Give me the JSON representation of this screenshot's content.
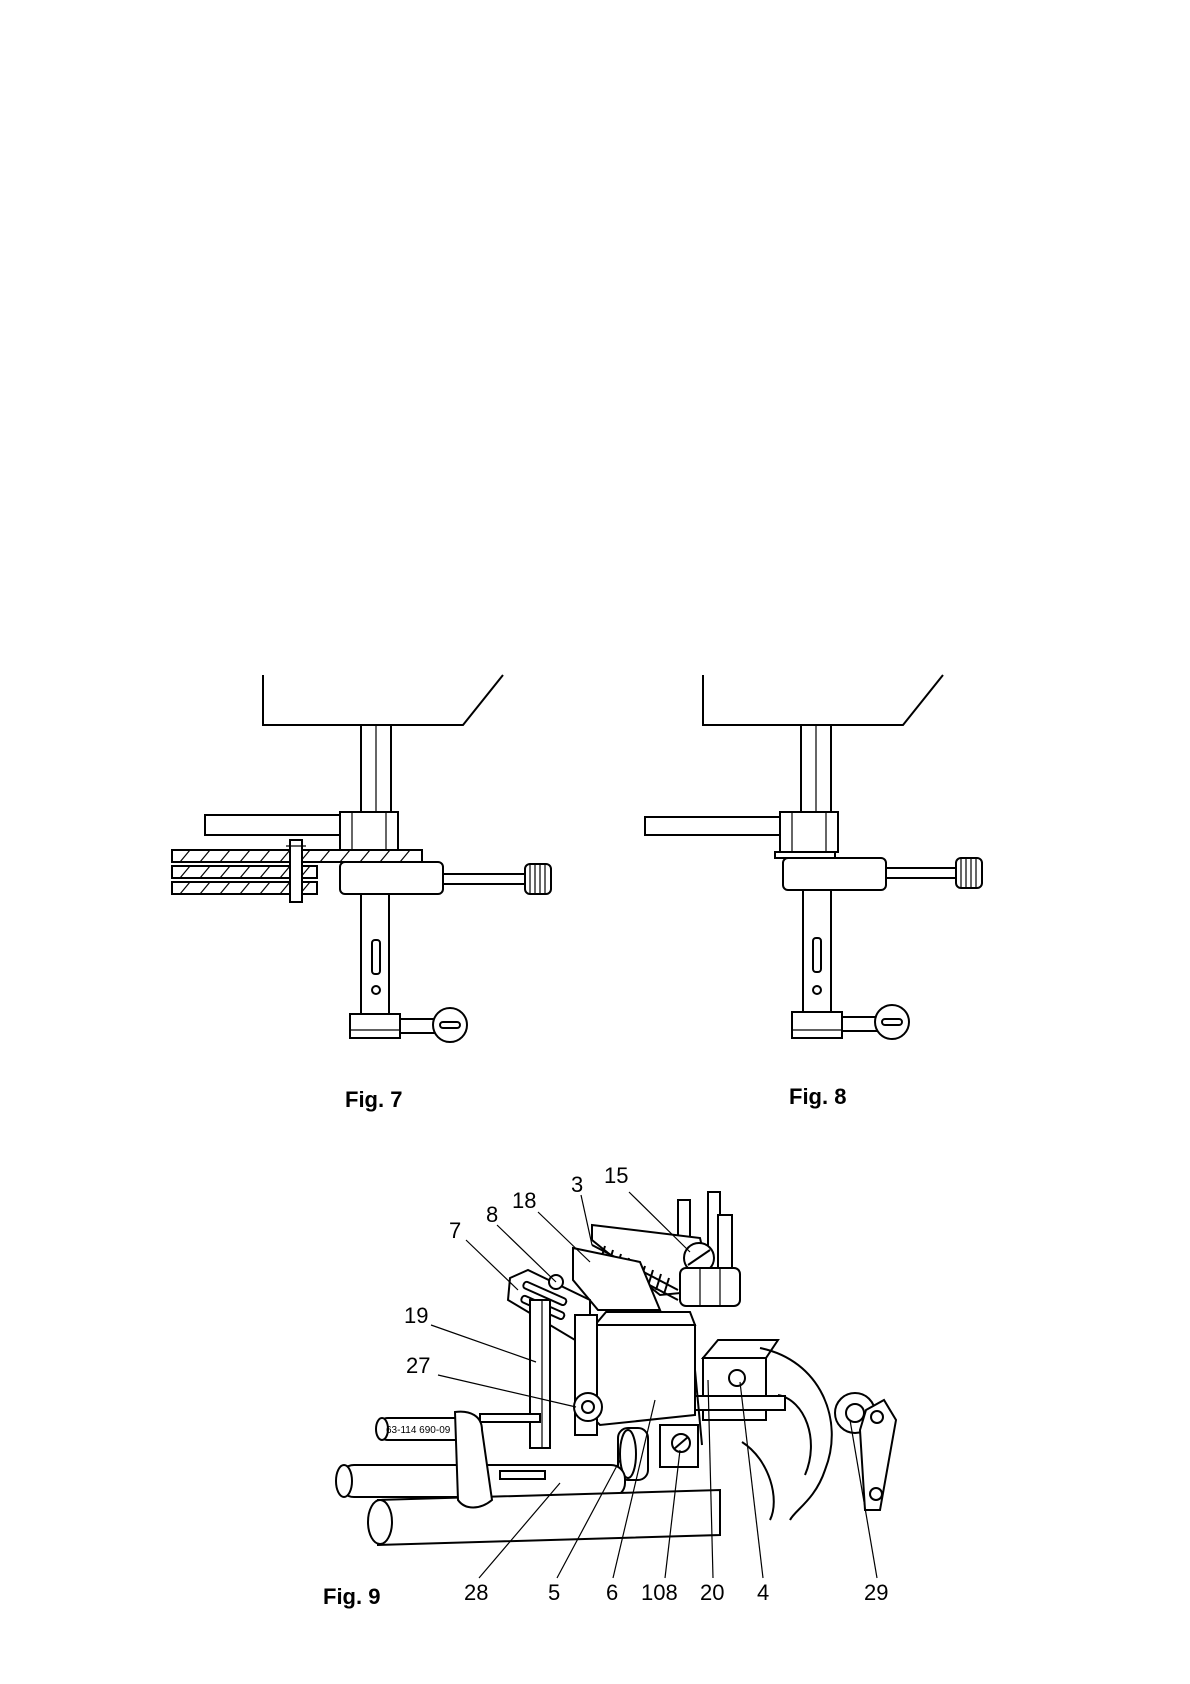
{
  "figures": {
    "fig7": {
      "caption": "Fig. 7"
    },
    "fig8": {
      "caption": "Fig. 8"
    },
    "fig9": {
      "caption": "Fig. 9",
      "tool_marking": "63-114 690-09",
      "callouts_top": [
        "3",
        "15",
        "18",
        "8",
        "7",
        "19",
        "27"
      ],
      "callouts_bottom": [
        "28",
        "5",
        "6",
        "108",
        "20",
        "4",
        "29"
      ]
    }
  }
}
